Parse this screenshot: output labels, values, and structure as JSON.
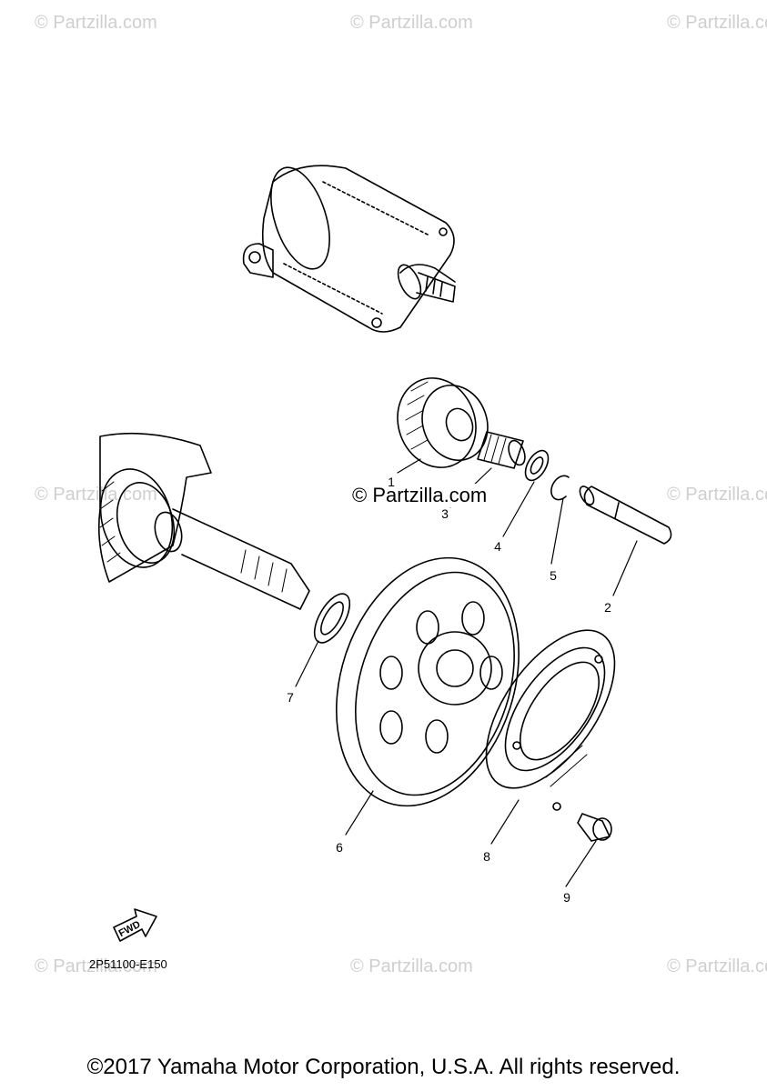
{
  "watermark": "© Partzilla.com",
  "center_watermark": "© Partzilla.com",
  "callouts": [
    "1",
    "2",
    "3",
    "4",
    "5",
    "6",
    "7",
    "8",
    "9"
  ],
  "fwd_label": "FWD",
  "diagram_code": "2P51100-E150",
  "copyright": "©2017 Yamaha Motor Corporation, U.S.A. All rights reserved."
}
